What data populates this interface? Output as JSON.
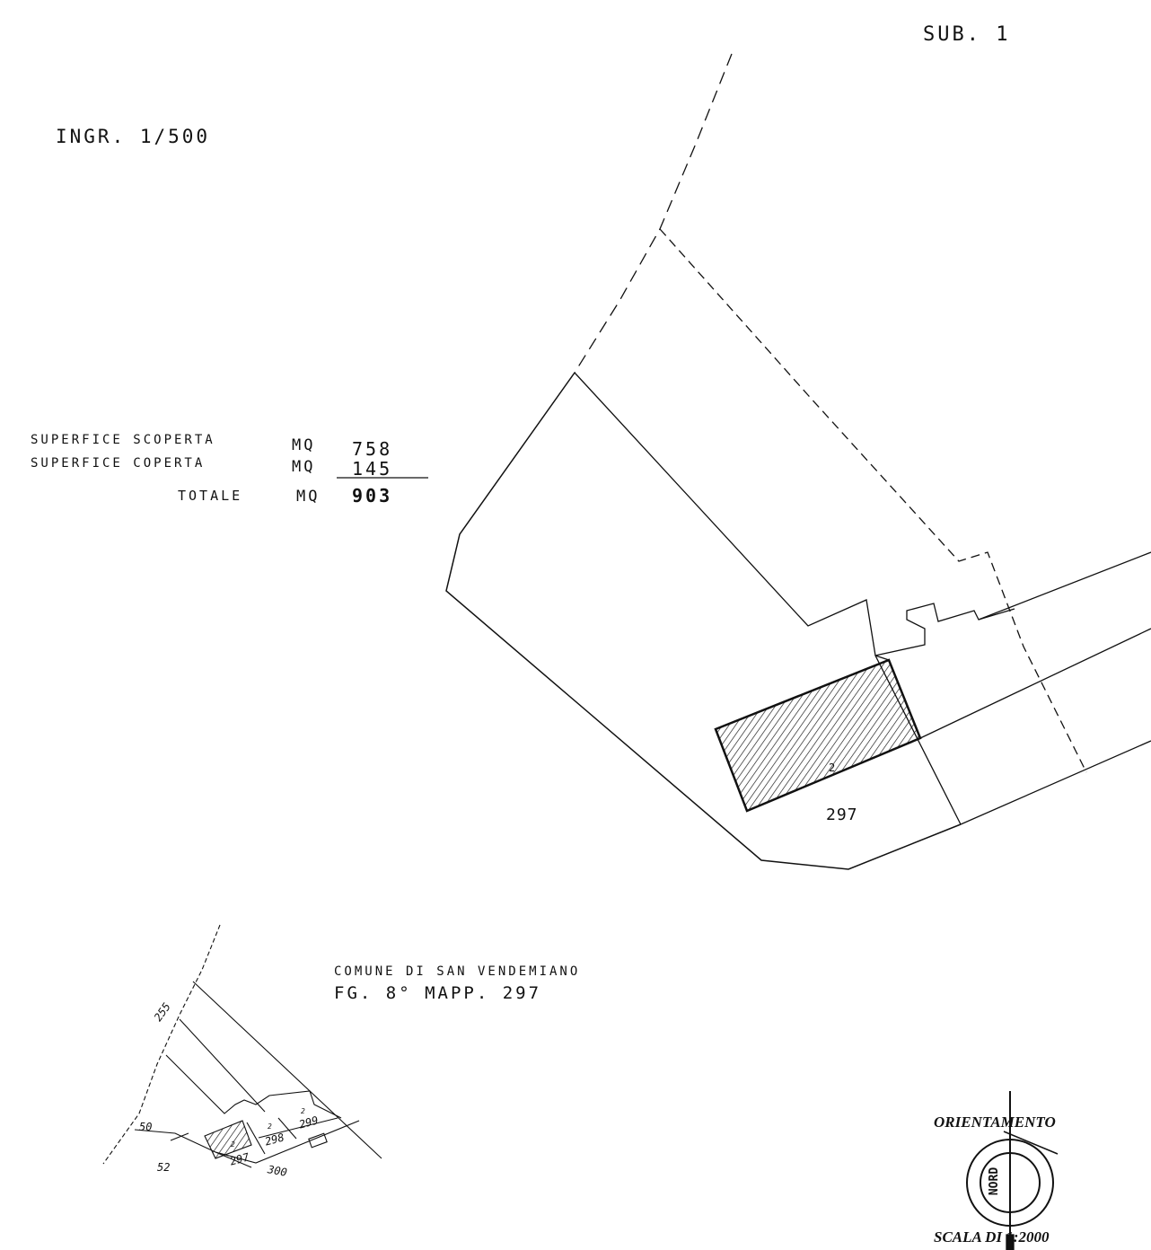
{
  "header": {
    "sub": "SUB. 1",
    "scale_main": "INGR. 1/500"
  },
  "areas": {
    "rows": [
      {
        "label": "SUPERFICE  SCOPERTA",
        "unit": "MQ",
        "value": "758"
      },
      {
        "label": "SUPERFICE  COPERTA",
        "unit": "MQ",
        "value": "145"
      },
      {
        "label": "TOTALE",
        "unit": "MQ",
        "value": "903"
      }
    ]
  },
  "main_plan": {
    "parcel_number": "297",
    "building_marker": "2"
  },
  "location": {
    "line1": "COMUNE DI SAN VENDEMIANO",
    "line2": "FG. 8° MAPP. 297"
  },
  "key_map": {
    "parcels": [
      "255",
      "50",
      "52",
      "297",
      "298",
      "299",
      "300"
    ],
    "markers": [
      "2",
      "2",
      "2"
    ]
  },
  "orientation": {
    "title": "ORIENTAMENTO",
    "north": "NORD",
    "scale": "SCALA DI 1:2000"
  }
}
